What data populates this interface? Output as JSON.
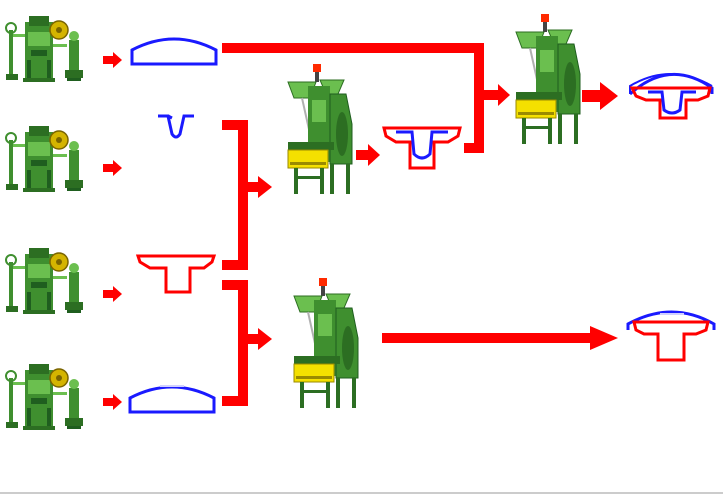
{
  "colors": {
    "arrow": "#ff0000",
    "blue_part": "#1a1aff",
    "red_part": "#ff0000",
    "machine_green": "#3f8f2f",
    "machine_dark": "#1f5e1f",
    "machine_yellow": "#f4e000",
    "rule": "#9a9a9a"
  },
  "diagram": {
    "feeder_rows": [
      {
        "id": "row1",
        "part": "blue-cap"
      },
      {
        "id": "row2",
        "part": "blue-shank"
      },
      {
        "id": "row3",
        "part": "red-t-body"
      },
      {
        "id": "row4",
        "part": "blue-dome"
      }
    ],
    "assembly_presses": [
      {
        "id": "press-upper",
        "inputs": [
          "blue-shank",
          "red-t-body"
        ],
        "output": "blue-shank-in-red-t"
      },
      {
        "id": "press-lower",
        "inputs": [
          "red-t-body",
          "blue-dome"
        ],
        "output": "capped-red-t-button"
      },
      {
        "id": "press-final",
        "inputs": [
          "blue-cap",
          "blue-shank-in-red-t"
        ],
        "output": "capped-blue-shank-button"
      }
    ]
  }
}
